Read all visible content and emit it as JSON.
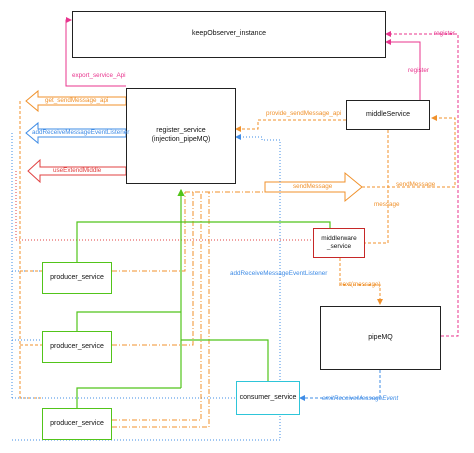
{
  "nodes": {
    "keep_observer": "keepObserver_instance",
    "register_service": [
      "register_service",
      "(injection_pipeMQ)"
    ],
    "middle_service": "middleService",
    "middleware_service": [
      "middlerware",
      "_service"
    ],
    "pipe_mq": "pipeMQ",
    "producer_1": "producer_service",
    "producer_2": "producer_service",
    "producer_3": "producer_service",
    "consumer_service": "consumer_service"
  },
  "edges": {
    "export_service_api": "export_service_Api",
    "register_left": "register",
    "register_right": "register",
    "get_send_message_api": "get_sendMessage_api",
    "add_receive_listener_left": "addReceiveMessageEventListener",
    "use_extend_middle": "useExtendMiddle",
    "provide_send_message_api": "provide_sendMessage_api",
    "send_message_center": "sendMessage",
    "send_message_right": "sendMessage",
    "message": "message",
    "next_message": "next(message)",
    "add_receive_listener_vertical": "addReceiveMessageEventListener",
    "emit_receive_event": "emitReceiveMessageEvent"
  },
  "colors": {
    "pink": "#e8358e",
    "orange": "#f0912b",
    "blue": "#3f8ce6",
    "red": "#e04040",
    "green": "#52c41a",
    "cyan": "#2ec5d9",
    "dark_red_border": "#c62828",
    "black": "#222222"
  }
}
